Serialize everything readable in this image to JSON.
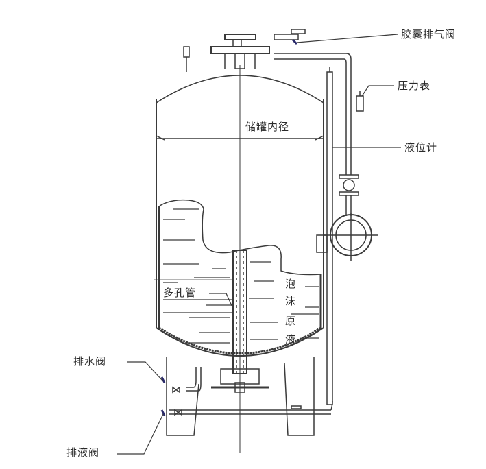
{
  "diagram": {
    "title": "",
    "type": "bladder foam tank schematic",
    "labels": {
      "bladder_vent_valve": "胶囊排气阀",
      "pressure_gauge": "压力表",
      "level_gauge": "液位计",
      "tank_inner_diameter": "储罐内径",
      "perforated_pipe": "多孔管",
      "foam_concentrate": [
        "泡",
        "沫",
        "原",
        "液"
      ],
      "drain_water_valve": "排水阀",
      "drain_liquid_valve": "排液阀"
    },
    "colors": {
      "line": "#3a3a3a",
      "valve_accent": "#2a2a6a",
      "background": "#ffffff"
    }
  }
}
